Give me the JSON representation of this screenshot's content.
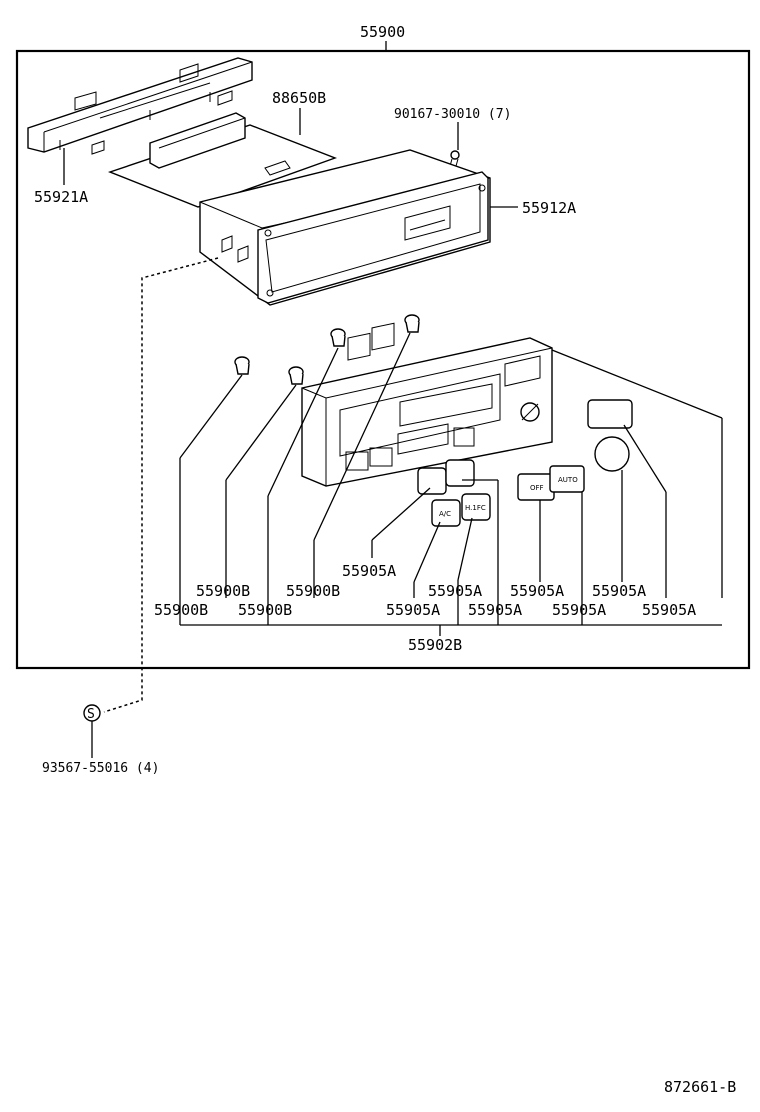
{
  "labels": {
    "assembly": "55900",
    "part_55921A": "55921A",
    "part_88650B": "88650B",
    "part_90167": "90167-30010 (7)",
    "part_55912A": "55912A",
    "p_55900B_1": "55900B",
    "p_55900B_2": "55900B",
    "p_55900B_3": "55900B",
    "p_55900B_4": "55900B",
    "p_55905A_1": "55905A",
    "p_55905A_2": "55905A",
    "p_55905A_3": "55905A",
    "p_55905A_4": "55905A",
    "p_55905A_5": "55905A",
    "p_55905A_6": "55905A",
    "p_55905A_7": "55905A",
    "p_55905A_8": "55905A",
    "part_55902B": "55902B",
    "part_93567": "93567-55016 (4)",
    "screw_symbol": "S",
    "diagram_code": "872661-B"
  },
  "button_legends": {
    "ac": "A/C",
    "hi": "H.1FC",
    "off": "OFF",
    "auto": "AUTO"
  }
}
